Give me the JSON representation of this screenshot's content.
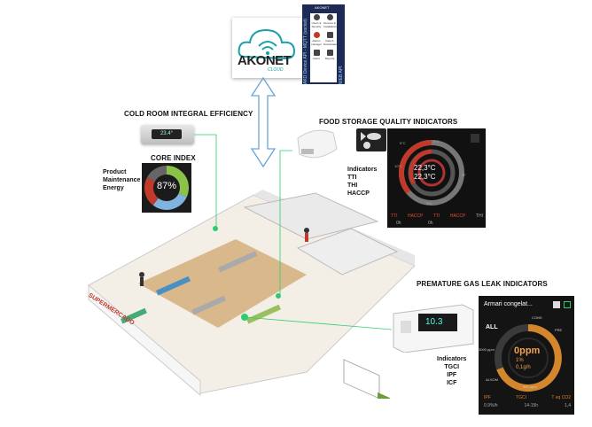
{
  "cloud": {
    "logo_text": "AKONET",
    "logo_sub": "CLOUD",
    "vertical_left": "AKO Device API - MQTT (socket)",
    "vertical_right": "WEB API",
    "header": "AKONET",
    "cells": [
      "Users & Security",
      "Devices & Installations",
      "Alarms manager",
      "Data & Downloads",
      "Alerts",
      "Reports"
    ]
  },
  "cold_room": {
    "title": "COLD ROOM INTEGRAL EFFICIENCY",
    "device_display": "23.4°"
  },
  "core_index": {
    "title": "CORE INDEX",
    "items": [
      "Product",
      "Maintenance",
      "Energy"
    ],
    "value": "87%"
  },
  "food": {
    "title": "FOOD STORAGE QUALITY INDICATORS",
    "indicators_label": "Indicators",
    "items": [
      "TTI",
      "THI",
      "HACCP"
    ],
    "temp1": "22,3°C",
    "temp2": "22,3°C",
    "mini_labels": [
      "5°C",
      "0°C",
      "5F",
      "10°C",
      "5%"
    ],
    "footer_labels": [
      "TTI",
      "HACCP",
      "TTI",
      "HACCP",
      "THI"
    ],
    "footer_values": [
      "0h",
      "0h"
    ],
    "colors": {
      "red": "#c0392b",
      "orange": "#d35400",
      "grey": "#7f8c8d"
    }
  },
  "store": {
    "sign": "SUPERMERCADO"
  },
  "gas": {
    "title": "PREMATURE GAS LEAK INDICATORS",
    "indicators_label": "Indicators",
    "items": [
      "TGCI",
      "IPF",
      "ICF"
    ],
    "device_display": "10.3",
    "panel_title": "Armari congelat...",
    "all_label": "ALL",
    "ppm_value": "0ppm",
    "sub1": "1%",
    "sub2": "0,1g/h",
    "ring_labels": [
      "CONS",
      "PRE",
      "ALSOM",
      "3000 ppm",
      "500 ppm"
    ],
    "footer_labels": [
      "IPF",
      "TGCI",
      "T eq CO2"
    ],
    "footer_values": [
      "0.9%/h",
      "14-15h",
      "1,4"
    ],
    "colors": {
      "ring": "#d4862c"
    }
  }
}
